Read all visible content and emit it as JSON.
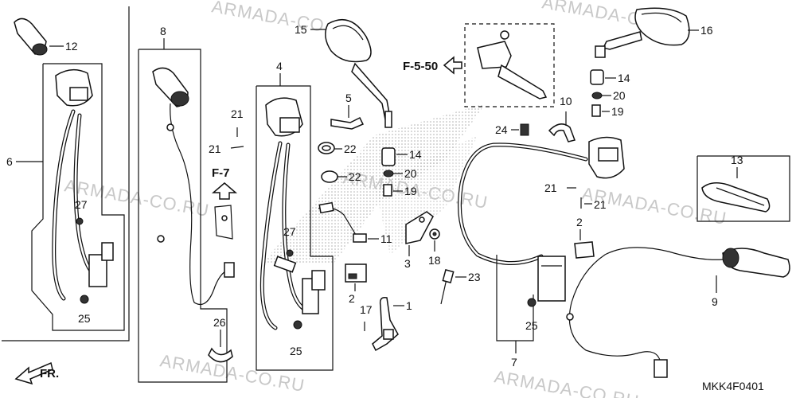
{
  "watermarks": [
    "ARMADA-CO.RU",
    "ARMADA-CO.RU",
    "ARMADA-CO.RU",
    "ARMADA-CO.RU",
    "ARMADA-CO.RU",
    "ARMADA-CO.RU",
    "ARMADA-CO.RU"
  ],
  "callouts": {
    "p1": "1",
    "p2a": "2",
    "p2b": "2",
    "p3": "3",
    "p4": "4",
    "p5": "5",
    "p6": "6",
    "p7": "7",
    "p8": "8",
    "p9": "9",
    "p10": "10",
    "p11": "11",
    "p12": "12",
    "p13": "13",
    "p14a": "14",
    "p14b": "14",
    "p15": "15",
    "p16": "16",
    "p17": "17",
    "p18": "18",
    "p19a": "19",
    "p19b": "19",
    "p20a": "20",
    "p20b": "20",
    "p21a": "21",
    "p21b": "21",
    "p21c": "21",
    "p21d": "21",
    "p22a": "22",
    "p22b": "22",
    "p23": "23",
    "p24": "24",
    "p25a": "25",
    "p25b": "25",
    "p25c": "25",
    "p26": "26",
    "p27a": "27",
    "p27b": "27"
  },
  "refs": {
    "f7": "F-7",
    "f550": "F-5-50"
  },
  "direction": "FR.",
  "diagram_code": "MKK4F0401"
}
